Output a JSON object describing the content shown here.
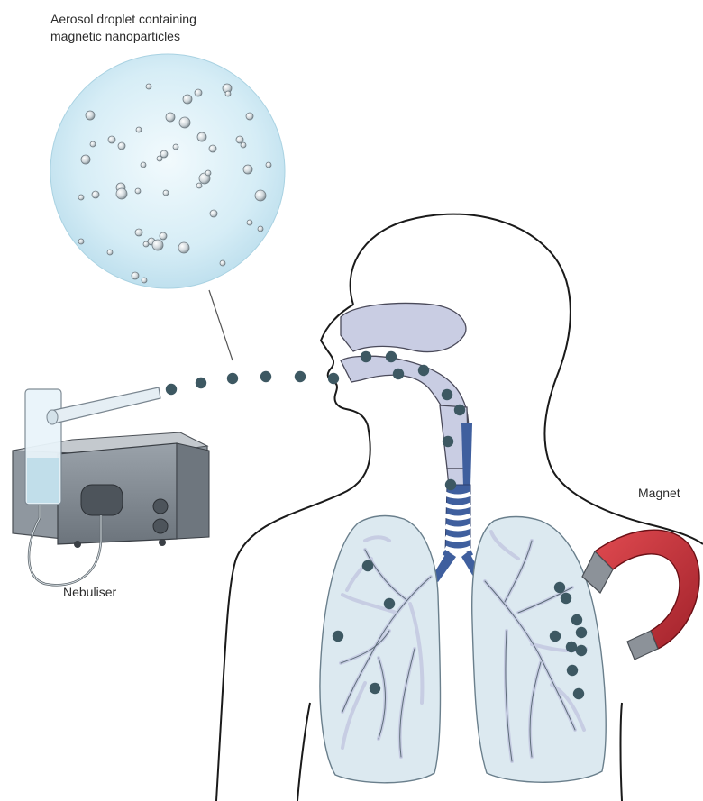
{
  "labels": {
    "aerosol_line1": "Aerosol droplet containing",
    "aerosol_line2": "magnetic nanoparticles",
    "nebuliser": "Nebuliser",
    "magnet": "Magnet"
  },
  "colors": {
    "particle": "#3d5862",
    "body_outline": "#1a1a1a",
    "airway_fill": "#c9cde3",
    "lung_fill": "#dce9f0",
    "trachea_blue": "#3f5f9e",
    "magnet_red": "#c8323c",
    "magnet_tip": "#8c9299",
    "droplet_fill": "#cfe8f2"
  }
}
